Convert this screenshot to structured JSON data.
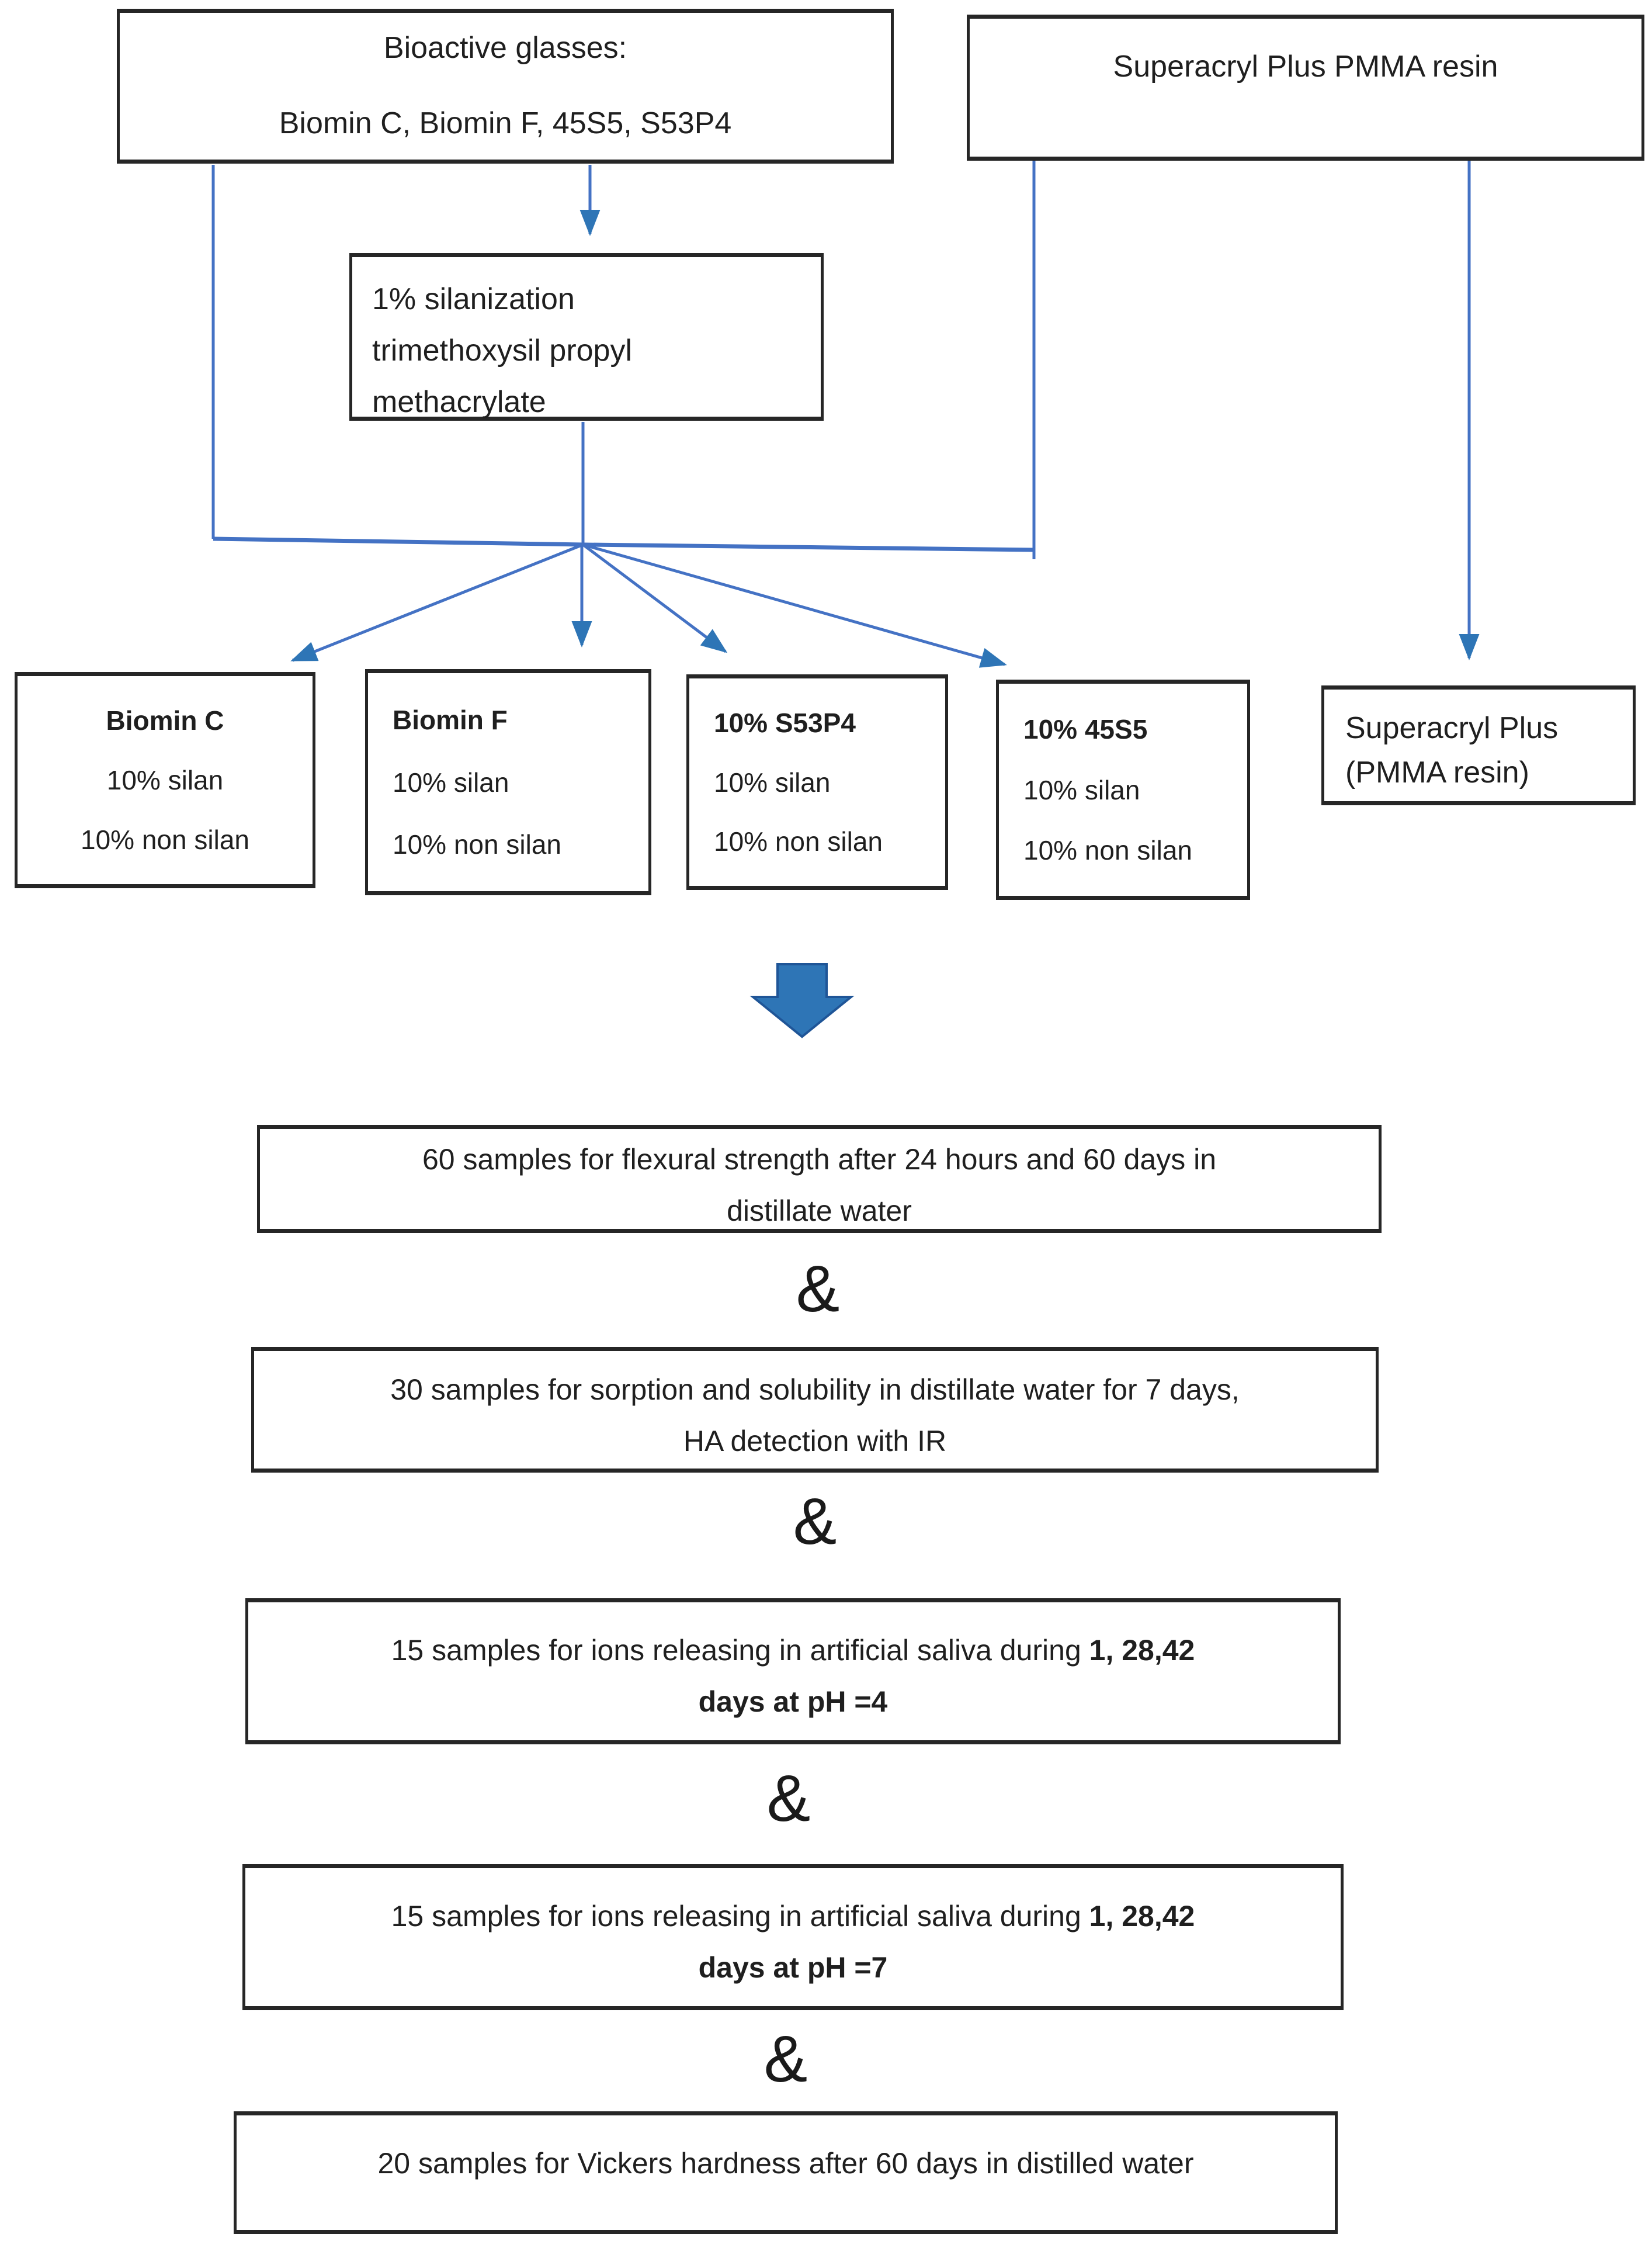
{
  "source_boxes": {
    "bioactive": {
      "line1": "Bioactive glasses:",
      "line2": "Biomin C, Biomin F, 45S5, S53P4"
    },
    "superacryl": {
      "line1": "Superacryl Plus PMMA resin"
    },
    "silanization": {
      "line1": "1% silanization",
      "line2": "trimethoxysil propyl",
      "line3": "methacrylate"
    }
  },
  "material_boxes": [
    {
      "title": "Biomin C",
      "item1": "10% silan",
      "item2": "10% non silan"
    },
    {
      "title": "Biomin F",
      "item1": "10% silan",
      "item2": "10% non silan"
    },
    {
      "title": "10% S53P4",
      "item1": "10% silan",
      "item2": "10% non silan"
    },
    {
      "title": "10% 45S5",
      "item1": "10% silan",
      "item2": "10% non silan"
    }
  ],
  "control_box": {
    "line1": "Superacryl Plus",
    "line2": "(PMMA resin)"
  },
  "separator": "&",
  "test_boxes": {
    "flexural": {
      "line1": "60 samples for flexural strength after 24 hours and 60 days in",
      "line2": "distillate water"
    },
    "sorption": {
      "line1": "30 samples for sorption and solubility in distillate water for 7 days,",
      "line2": "HA detection with IR"
    },
    "ions_ph4": {
      "line1_text": "15 samples for ions releasing in artificial saliva during ",
      "line1_bold": "1, 28,42",
      "line2_bold": "days at pH =4"
    },
    "ions_ph7": {
      "line1_text": "15 samples for ions releasing in artificial saliva during ",
      "line1_bold": "1, 28,42",
      "line2_bold": "days at pH =7"
    },
    "vickers": {
      "line1": "20 samples for Vickers hardness after 60 days in distilled water"
    }
  },
  "colors": {
    "connector_blue": "#4472C4",
    "arrowhead_blue": "#2E75B6",
    "block_arrow_fill": "#2E75B6",
    "block_arrow_stroke": "#1F5597",
    "box_border": "#262626",
    "text": "#1f1f1f"
  }
}
